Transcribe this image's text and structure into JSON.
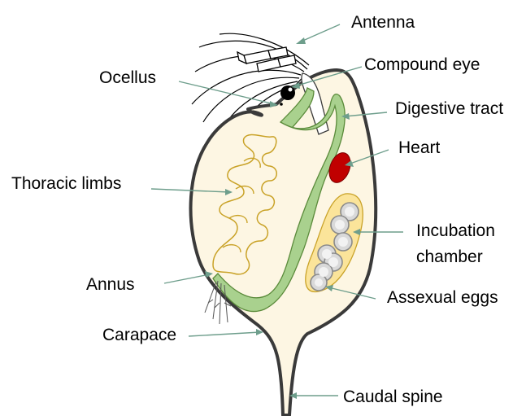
{
  "labels": {
    "antenna": "Antenna",
    "ocellus": "Ocellus",
    "compound_eye": "Compound eye",
    "digestive_tract": "Digestive tract",
    "heart": "Heart",
    "thoracic_limbs": "Thoracic limbs",
    "incubation_chamber_line1": "Incubation",
    "incubation_chamber_line2": "chamber",
    "annus": "Annus",
    "assexual_eggs": "Assexual eggs",
    "carapace": "Carapace",
    "caudal_spine": "Caudal spine"
  },
  "colors": {
    "body_fill": "#fdf6e3",
    "outline": "#3a3a3a",
    "digestive_tract": "#a9d18e",
    "digestive_tract_edge": "#5a8a3a",
    "heart": "#c00000",
    "limbs": "#c9a227",
    "incubation_chamber": "#fbe49a",
    "eggs": "#d9d9d9",
    "leader_lines": "#6e9e8c",
    "eye": "#000000"
  }
}
